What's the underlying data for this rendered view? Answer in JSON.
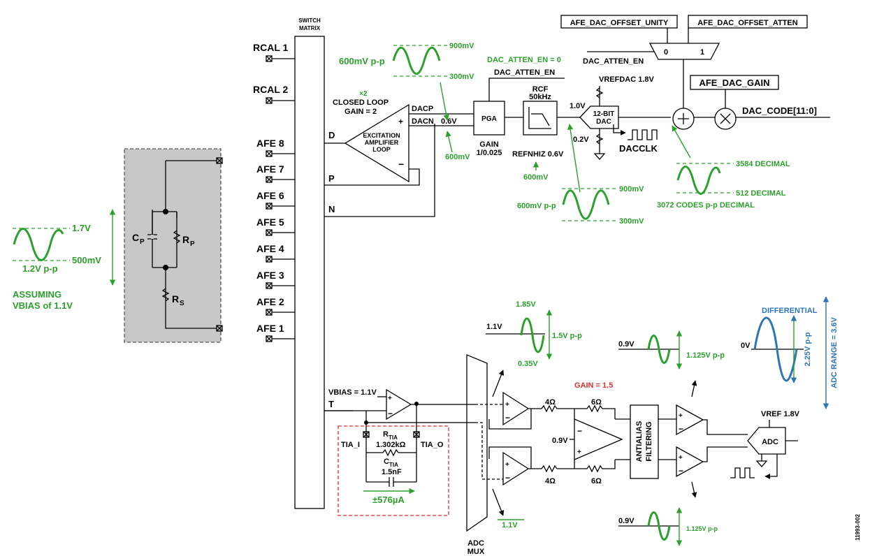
{
  "labels": {
    "switch_matrix_1": "SWITCH",
    "switch_matrix_2": "MATRIX",
    "rcal1": "RCAL 1",
    "rcal2": "RCAL 2",
    "afe8": "AFE 8",
    "afe7": "AFE 7",
    "afe6": "AFE 6",
    "afe5": "AFE 5",
    "afe4": "AFE 4",
    "afe3": "AFE 3",
    "afe2": "AFE 2",
    "afe1": "AFE 1",
    "d": "D",
    "p": "P",
    "n": "N",
    "t": "T",
    "x2": "×2",
    "closed_loop": "CLOSED LOOP",
    "gain2": "GAIN = 2",
    "excitation1": "EXCITATION",
    "excitation2": "AMPLIFIER",
    "excitation3": "LOOP",
    "plus": "+",
    "minus": "−",
    "dacp": "DACP",
    "dacn": "DACN",
    "v06": "0.6V",
    "pga": "PGA",
    "gain_pga1": "GAIN",
    "gain_pga2": "1/0.025",
    "refnhiz": "REFNHIZ 0.6V",
    "rcf1": "RCF",
    "rcf2": "50kHz",
    "dac_atten_en_eq": "DAC_ATTEN_EN = 0",
    "dac_atten_en": "DAC_ATTEN_EN",
    "dac_atten_en_mux": "DAC_ATTEN_EN",
    "vrefdac": "VREFDAC 1.8V",
    "v10": "1.0V",
    "v02": "0.2V",
    "dac1": "12-BIT",
    "dac2": "DAC",
    "dacclk": "DACCLK",
    "offset_unity": "AFE_DAC_OFFSET_UNITY",
    "offset_atten": "AFE_DAC_OFFSET_ATTEN",
    "mux0": "0",
    "mux1": "1",
    "dac_gain": "AFE_DAC_GAIN",
    "dac_code": "DAC_CODE[11:0]",
    "w_600pp": "600mV p-p",
    "w_900": "900mV",
    "w_300": "300mV",
    "w_600a": "600mV",
    "w_600b": "600mV",
    "w2_600pp": "600mV p-p",
    "w2_900": "900mV",
    "w2_300": "300mV",
    "c_3584": "3584 DECIMAL",
    "c_512": "512 DECIMAL",
    "c_3072": "3072 CODES p-p DECIMAL",
    "cp": "C",
    "cp_sub": "P",
    "rp": "R",
    "rp_sub": "P",
    "rs": "R",
    "rs_sub": "S",
    "v17": "1.7V",
    "v500": "500mV",
    "v12pp": "1.2V p-p",
    "assuming1": "ASSUMING",
    "assuming2": "VBIAS of 1.1V",
    "vbias": "VBIAS = 1.1V",
    "tia_i": "TIA_I",
    "tia_o": "TIA_O",
    "rtia": "R",
    "rtia_sub": "TIA",
    "rtia_val": "1.302kΩ",
    "ctia": "C",
    "ctia_sub": "TIA",
    "ctia_val": "1.5nF",
    "i576": "±576µA",
    "adc_mux1": "ADC",
    "adc_mux2": "MUX",
    "t185": "1.85V",
    "t11": "1.1V",
    "t15pp": "1.5V p-p",
    "t035": "0.35V",
    "t11b": "1.1V",
    "r4a": "4Ω",
    "r6a": "6Ω",
    "r4b": "4Ω",
    "r6b": "6Ω",
    "v09amp": "0.9V",
    "gain15": "GAIN = 1.5",
    "antialias1": "ANTIALIAS",
    "antialias2": "FILTERING",
    "v09top": "0.9V",
    "v1125top": "1.125V p-p",
    "v09bot": "0.9V",
    "v1125bot": "1.125V p-p",
    "differential": "DIFFERENTIAL",
    "v0": "0V",
    "v225": "2.25V p-p",
    "adcrange": "ADC RANGE = 3.6V",
    "vref18": "VREF 1.8V",
    "adc": "ADC",
    "fig_id": "11993-002"
  },
  "colors": {
    "annotation_green": "#2ca02c",
    "differential_blue": "#2e75b6",
    "gain_red": "#e03030",
    "impedance_box_fill": "#c8c8c8"
  }
}
